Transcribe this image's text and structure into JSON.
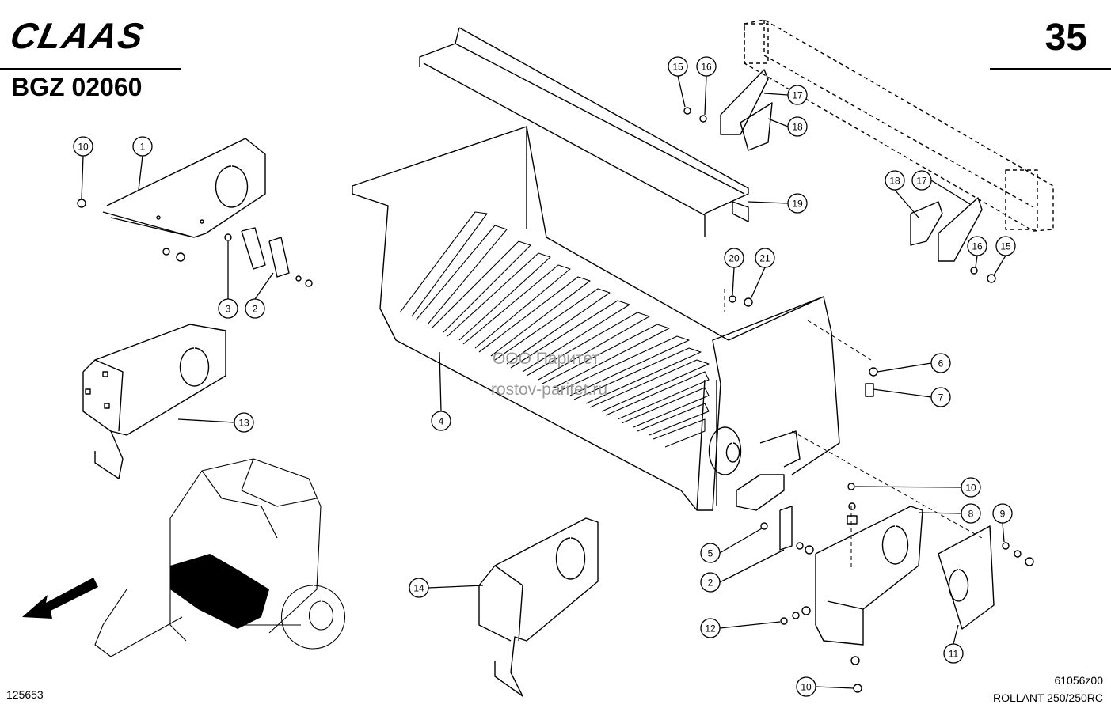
{
  "header": {
    "brand": "CLAAS",
    "page_number": "35",
    "document_code": "BGZ 02060"
  },
  "footer": {
    "figure_id_left": "125653",
    "figure_id_right": "61056z00",
    "model": "ROLLANT 250/250RC"
  },
  "watermark": {
    "line1": "ООО Паритет",
    "line2": "rostov-paritet.ru"
  },
  "callouts": [
    "10",
    "1",
    "3",
    "2",
    "13",
    "15",
    "16",
    "17",
    "18",
    "19",
    "18",
    "17",
    "16",
    "15",
    "20",
    "21",
    "6",
    "7",
    "4",
    "10",
    "8",
    "9",
    "5",
    "2",
    "12",
    "11",
    "10",
    "14"
  ]
}
